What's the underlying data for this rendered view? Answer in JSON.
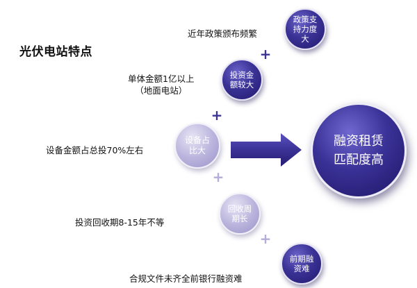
{
  "title": "光伏电站特点",
  "factors": [
    {
      "label": "近年政策颁布频繁",
      "bubble_lines": [
        "政策支",
        "持力度",
        "大"
      ]
    },
    {
      "label_lines": [
        "单体金额1亿以上",
        "（地面电站）"
      ],
      "bubble_lines": [
        "投资金",
        "额较大"
      ]
    },
    {
      "label": "设备金额占总投70%左右",
      "bubble_lines": [
        "设备占",
        "比大"
      ]
    },
    {
      "label": "投资回收期8-15年不等",
      "bubble_lines": [
        "回收周",
        "期长"
      ]
    },
    {
      "label": "合规文件未齐全前银行融资难",
      "bubble_lines": [
        "前期融",
        "资难"
      ]
    }
  ],
  "plus_symbol": "+",
  "result": {
    "lines": [
      "融资租赁",
      "匹配度高"
    ]
  },
  "colors": {
    "dark": "#3b3296",
    "light": "#b3adda"
  }
}
